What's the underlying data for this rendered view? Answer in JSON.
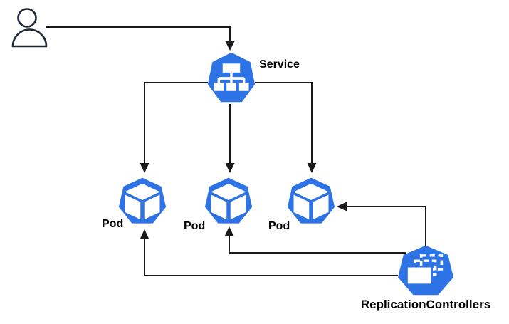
{
  "diagram": {
    "type": "kubernetes-architecture",
    "nodes": {
      "user": {
        "icon": "user-icon",
        "label": ""
      },
      "service": {
        "icon": "k8s-service-icon",
        "label": "Service"
      },
      "pod1": {
        "icon": "k8s-pod-icon",
        "label": "Pod"
      },
      "pod2": {
        "icon": "k8s-pod-icon",
        "label": "Pod"
      },
      "pod3": {
        "icon": "k8s-pod-icon",
        "label": "Pod"
      },
      "rc": {
        "icon": "k8s-replication-controller-icon",
        "label": "ReplicationControllers"
      }
    },
    "edges": [
      {
        "from": "user",
        "to": "service",
        "arrow": "down"
      },
      {
        "from": "service",
        "to": "pod1",
        "arrow": "down"
      },
      {
        "from": "service",
        "to": "pod2",
        "arrow": "down"
      },
      {
        "from": "service",
        "to": "pod3",
        "arrow": "down"
      },
      {
        "from": "rc",
        "to": "pod3",
        "arrow": "left"
      },
      {
        "from": "rc",
        "to": "pod2",
        "arrow": "up"
      },
      {
        "from": "rc",
        "to": "pod1",
        "arrow": "up"
      }
    ]
  },
  "colors": {
    "k8s-blue": "#2E73E5",
    "line": "#1A1A1A",
    "user-stroke": "#1D2633",
    "label": "#000000",
    "background": "#FFFFFF"
  }
}
